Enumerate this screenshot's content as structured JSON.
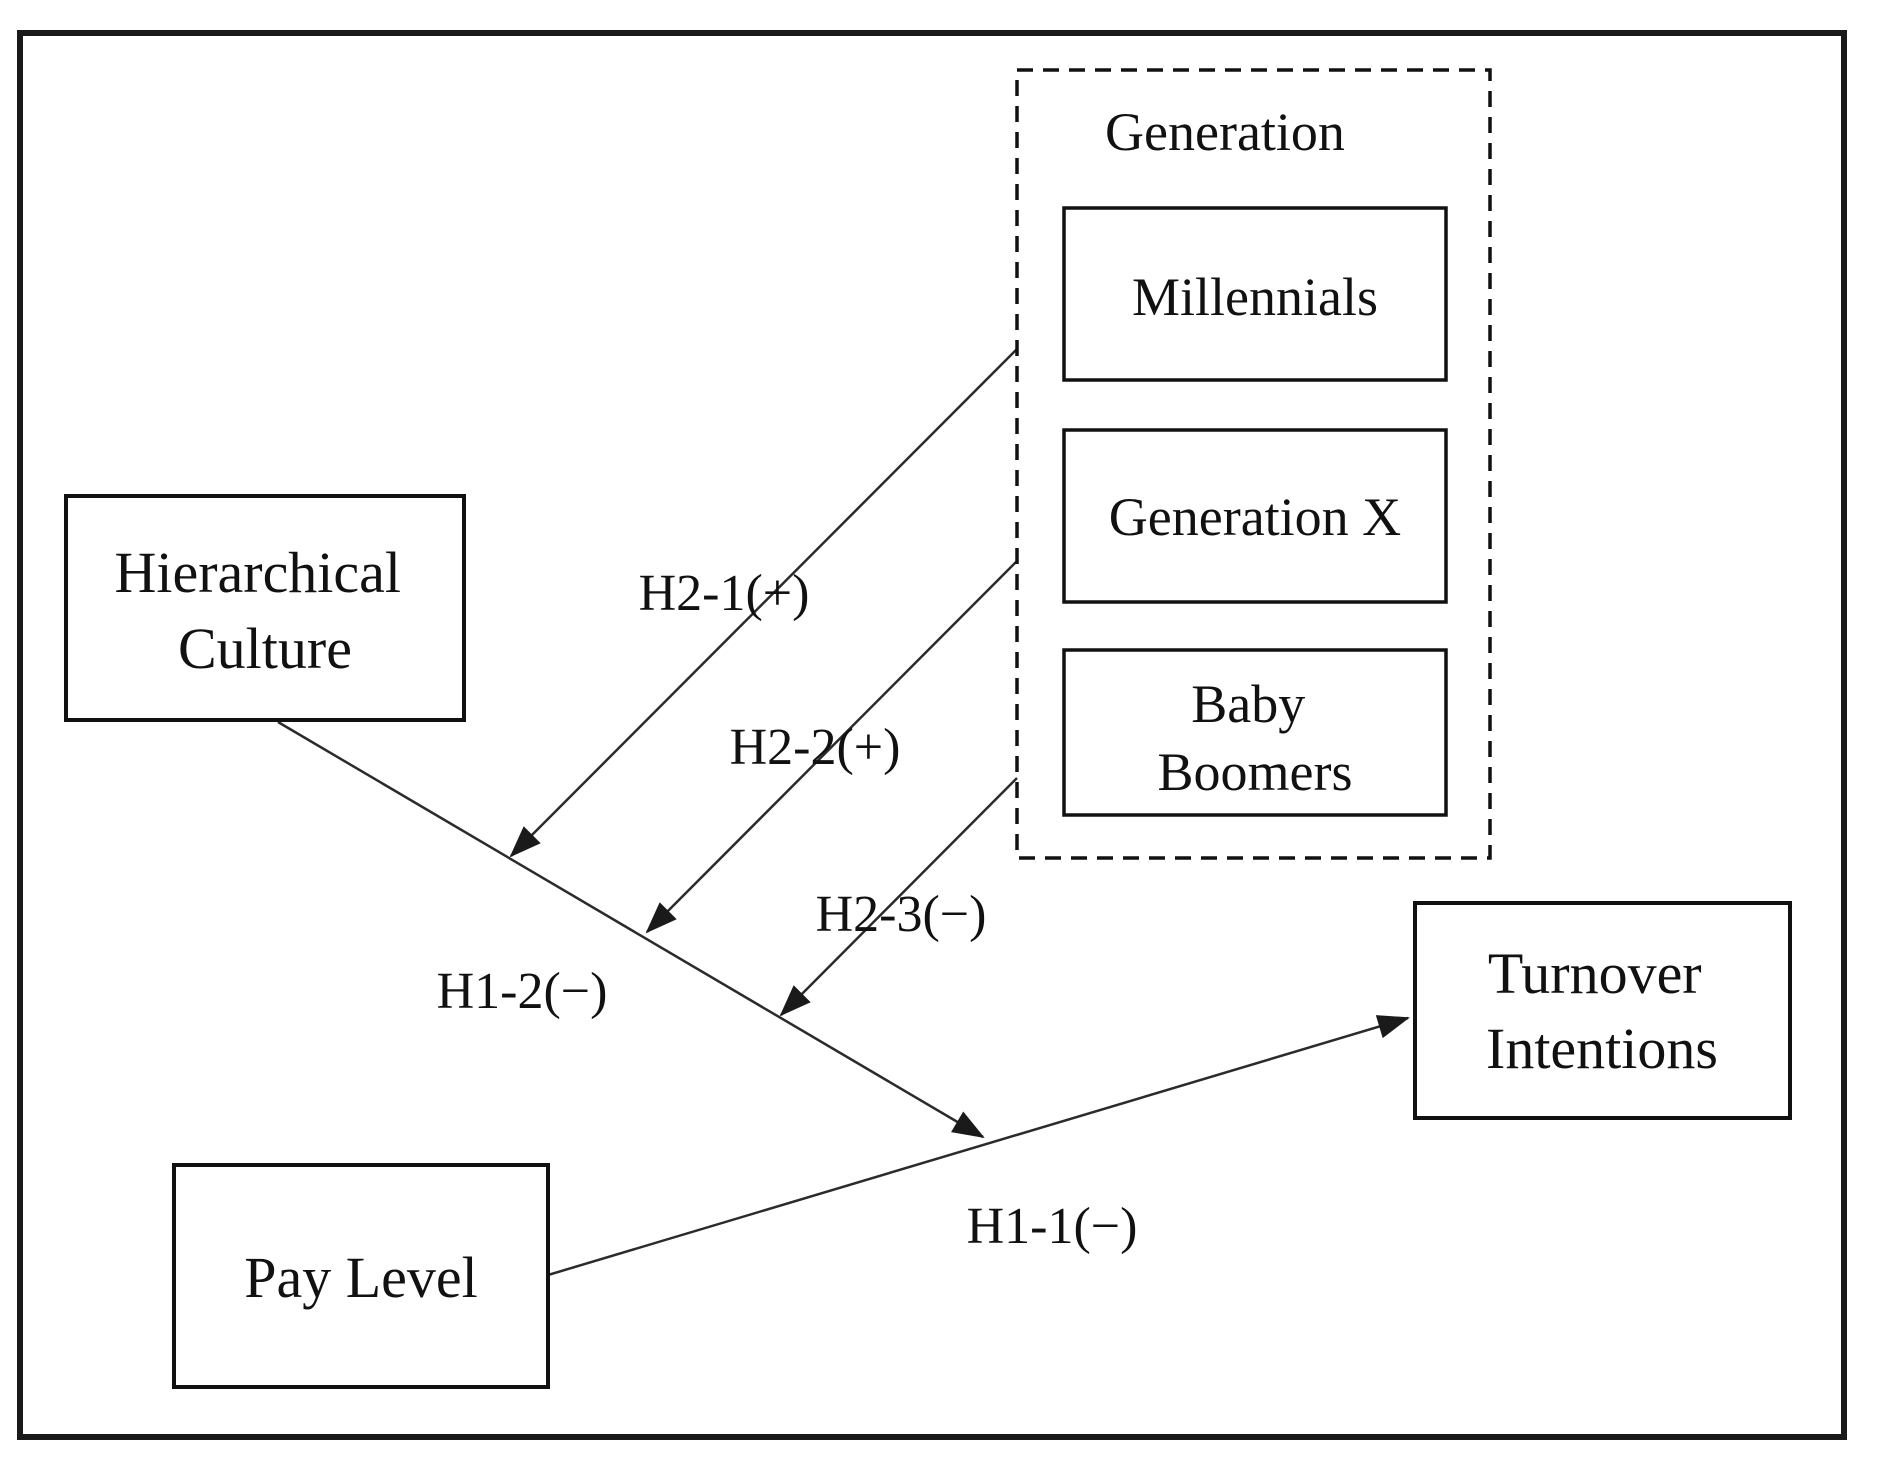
{
  "nodes": {
    "hierarchical_culture": {
      "line1": "Hierarchical",
      "line2": "Culture"
    },
    "pay_level": {
      "label": "Pay Level"
    },
    "turnover_intentions": {
      "line1": "Turnover",
      "line2": "Intentions"
    },
    "generation_group": {
      "label": "Generation"
    },
    "millennials": {
      "label": "Millennials"
    },
    "generation_x": {
      "label": "Generation X"
    },
    "baby_boomers": {
      "line1": "Baby",
      "line2": "Boomers"
    }
  },
  "edges": {
    "h1_1": {
      "label": "H1-1(−)"
    },
    "h1_2": {
      "label": "H1-2(−)"
    },
    "h2_1": {
      "label": "H2-1(+)"
    },
    "h2_2": {
      "label": "H2-2(+)"
    },
    "h2_3": {
      "label": "H2-3(−)"
    }
  },
  "colors": {
    "ink": "#111111",
    "line": "#2b2b2b",
    "background": "#ffffff"
  }
}
